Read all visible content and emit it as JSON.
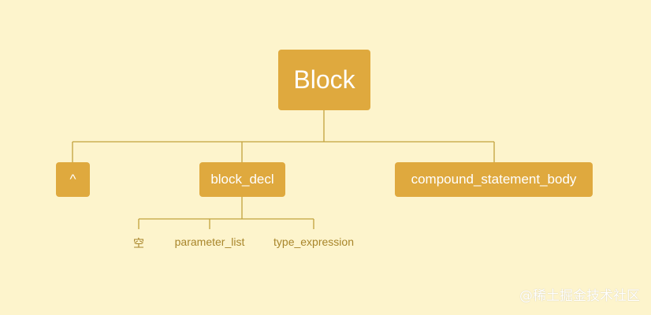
{
  "tree": {
    "root": {
      "label": "Block"
    },
    "children": [
      {
        "label": "^"
      },
      {
        "label": "block_decl"
      },
      {
        "label": "compound_statement_body"
      }
    ],
    "decl_children": [
      {
        "label": "空"
      },
      {
        "label": "parameter_list"
      },
      {
        "label": "type_expression"
      }
    ]
  },
  "watermark": "@稀土掘金技术社区",
  "colors": {
    "background": "#fdf4cc",
    "node_fill": "#dfa93e",
    "node_text": "#ffffff",
    "connector": "#c2a23c",
    "leaf_text": "#a8852a"
  }
}
